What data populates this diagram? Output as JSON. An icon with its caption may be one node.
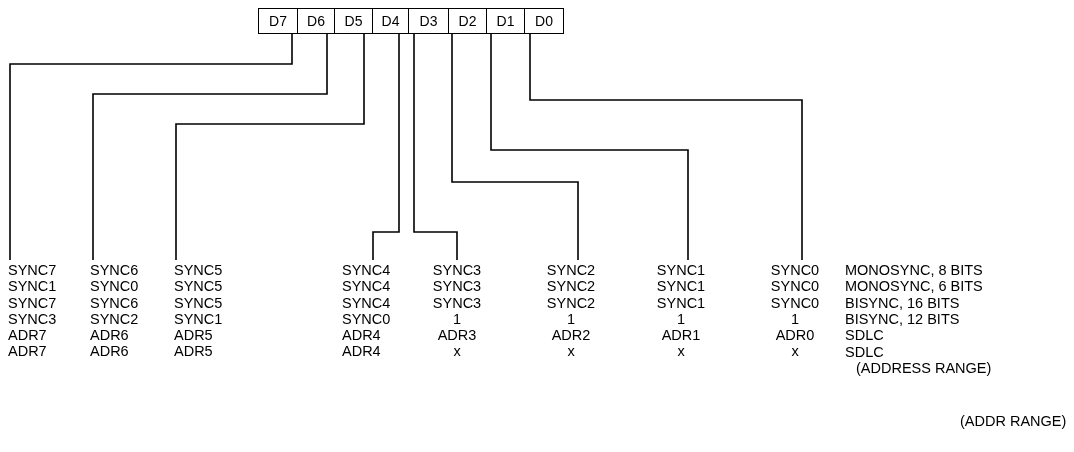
{
  "diagram": {
    "nodes": [
      {
        "text": [
          "D7"
        ]
      },
      {
        "text": [
          "D6"
        ]
      },
      {
        "text": [
          "D5"
        ]
      },
      {
        "text": [
          "D4"
        ]
      },
      {
        "text": [
          "D3"
        ]
      },
      {
        "text": [
          "D2"
        ]
      },
      {
        "text": [
          "D1"
        ]
      },
      {
        "text": [
          "D0"
        ]
      },
      {
        "text": [
          "SYNC7",
          "SYNC1",
          "SYNC7",
          "SYNC3",
          "ADR7",
          "ADR7"
        ]
      },
      {
        "text": [
          "SYNC6",
          "SYNC0",
          "SYNC6",
          "SYNC2",
          "ADR6",
          "ADR6"
        ]
      },
      {
        "text": [
          "SYNC5",
          "SYNC5",
          "SYNC5",
          "SYNC1",
          "ADR5",
          "ADR5"
        ]
      },
      {
        "text": [
          "SYNC4",
          "SYNC4",
          "SYNC4",
          "SYNC0",
          "ADR4",
          "ADR4"
        ]
      },
      {
        "text": [
          "SYNC3",
          "SYNC3",
          "SYNC3",
          "1",
          "ADR3",
          "x"
        ]
      },
      {
        "text": [
          "SYNC2",
          "SYNC2",
          "SYNC2",
          "1",
          "ADR2",
          "x"
        ]
      },
      {
        "text": [
          "SYNC1",
          "SYNC1",
          "SYNC1",
          "1",
          "ADR1",
          "x"
        ]
      },
      {
        "text": [
          "SYNC0",
          "SYNC0",
          "SYNC0",
          "1",
          "ADR0",
          "x"
        ]
      }
    ],
    "edges": [
      {
        "from": 0,
        "to": 8,
        "arrow": "none"
      },
      {
        "from": 1,
        "to": 9,
        "arrow": "none"
      },
      {
        "from": 2,
        "to": 10,
        "arrow": "none"
      },
      {
        "from": 3,
        "to": 11,
        "arrow": "none"
      },
      {
        "from": 4,
        "to": 12,
        "arrow": "none"
      },
      {
        "from": 5,
        "to": 13,
        "arrow": "none"
      },
      {
        "from": 6,
        "to": 14,
        "arrow": "none"
      },
      {
        "from": 7,
        "to": 15,
        "arrow": "none"
      }
    ],
    "labels": [
      "MONOSYNC, 8 BITS",
      "MONOSYNC, 6 BITS",
      "BISYNC, 16 BITS",
      "BISYNC, 12 BITS",
      "SDLC",
      "SDLC",
      "(ADDRESS RANGE)",
      "(ADDR RANGE)"
    ]
  }
}
